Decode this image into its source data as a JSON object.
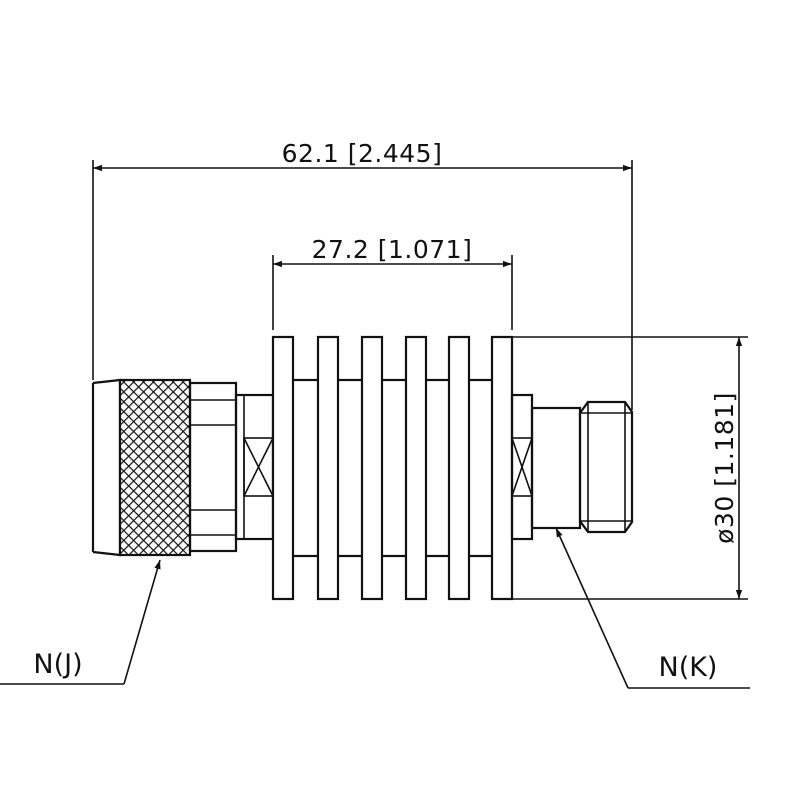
{
  "dimensions": {
    "overall_length": "62.1 [2.445]",
    "heatsink_length": "27.2 [1.071]",
    "diameter": "ø30 [1.181]"
  },
  "connectors": {
    "left": "N(J)",
    "right": "N(K)"
  }
}
